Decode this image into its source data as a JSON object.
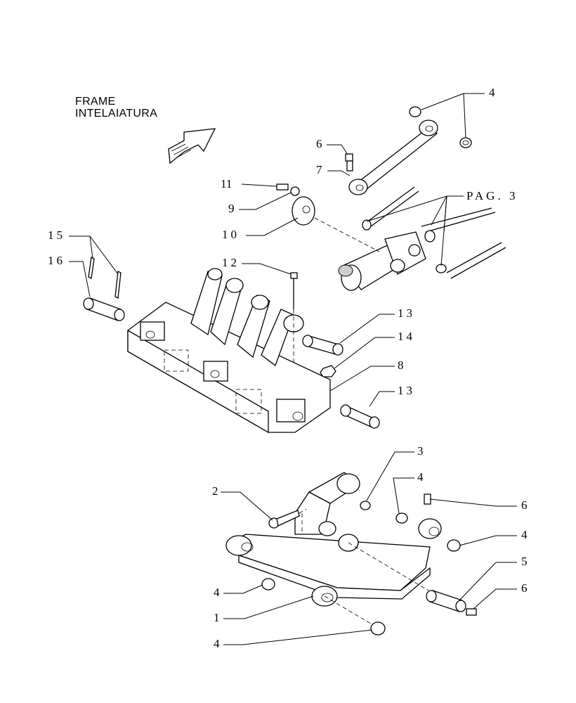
{
  "header": {
    "line1": "FRAME",
    "line2": "INTELAIATURA"
  },
  "callouts": {
    "c1": "1",
    "c2": "2",
    "c3": "3",
    "c4a": "4",
    "c4b": "4",
    "c4c": "4",
    "c4d": "4",
    "c4e": "4",
    "c5": "5",
    "c6a": "6",
    "c6b": "6",
    "c6c": "6",
    "c7": "7",
    "c8": "8",
    "c9": "9",
    "c10": "10",
    "c11": "11",
    "c12": "12",
    "c13a": "13",
    "c13b": "13",
    "c14": "14",
    "c15": "15",
    "c16": "16",
    "pag": "PAG. 3"
  }
}
